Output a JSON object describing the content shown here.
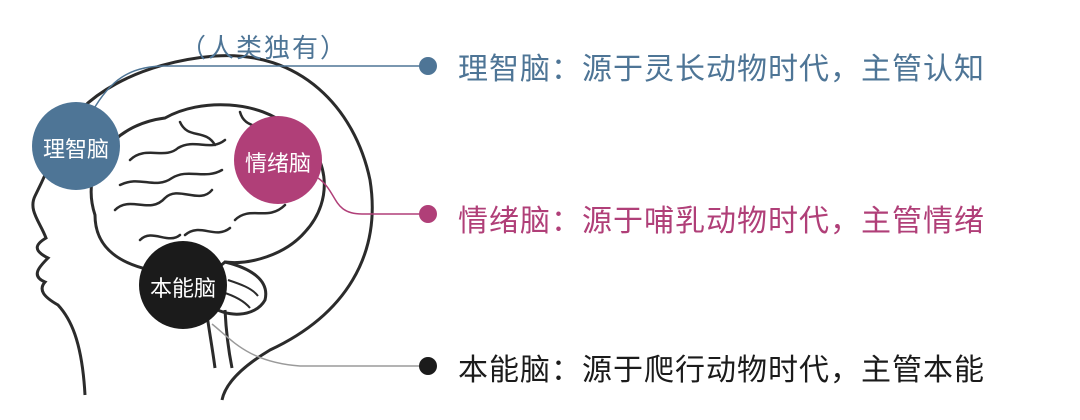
{
  "note": "（人类独有）",
  "colors": {
    "rational": "#4e7596",
    "emotional": "#b03f78",
    "instinct": "#1b1b1b",
    "connector": "#9a9a9a",
    "outline": "#2b2b2b"
  },
  "brains": [
    {
      "id": "rational",
      "circle_label": "理智脑",
      "description": "理智脑：源于灵长动物时代，主管认知"
    },
    {
      "id": "emotional",
      "circle_label": "情绪脑",
      "description": "情绪脑：源于哺乳动物时代，主管情绪"
    },
    {
      "id": "instinct",
      "circle_label": "本能脑",
      "description": "本能脑：源于爬行动物时代，主管本能"
    }
  ]
}
